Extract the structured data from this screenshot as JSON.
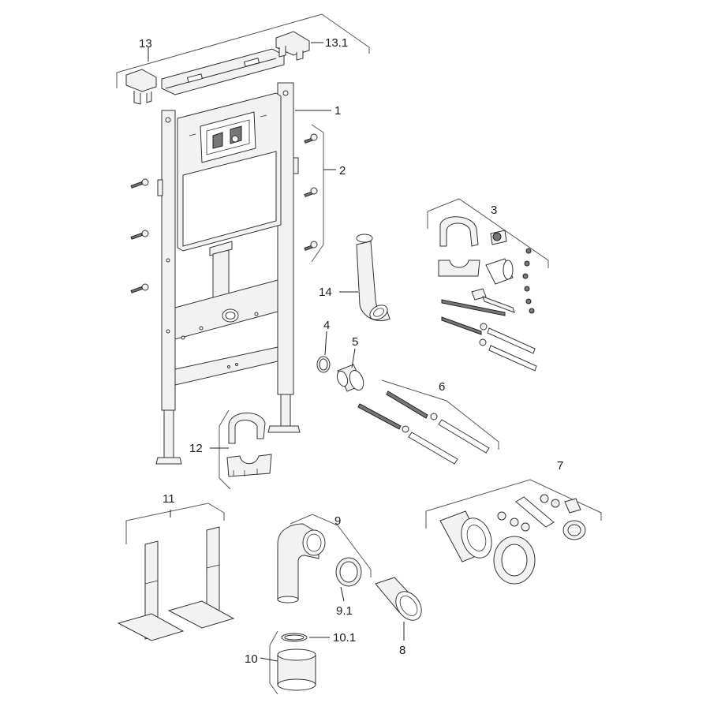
{
  "callouts": {
    "p1": "1",
    "p2": "2",
    "p3": "3",
    "p4": "4",
    "p5": "5",
    "p6": "6",
    "p7": "7",
    "p8": "8",
    "p9": "9",
    "p9_1": "9.1",
    "p10": "10",
    "p10_1": "10.1",
    "p11": "11",
    "p12": "12",
    "p13": "13",
    "p13_1": "13.1",
    "p14": "14"
  }
}
